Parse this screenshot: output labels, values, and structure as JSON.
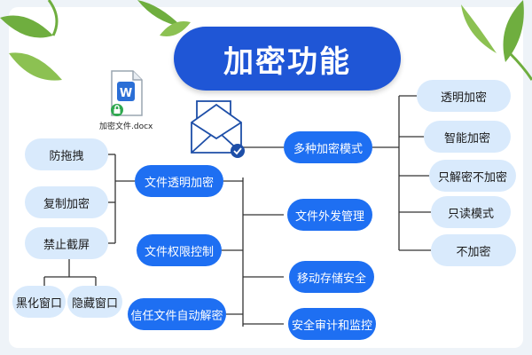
{
  "title": "加密功能",
  "file_icon": {
    "name": "word-document-icon",
    "label": "加密文件.docx"
  },
  "envelope_icon": {
    "name": "secure-envelope-icon"
  },
  "colors": {
    "primary": "#1f56d6",
    "node_blue": "#1e6ff2",
    "node_light": "#d9eafc",
    "line": "#333333"
  },
  "left_branches": [
    {
      "label": "文件透明加密",
      "children": [
        "防拖拽",
        "复制加密",
        "禁止截屏"
      ],
      "grandchildren": [
        "黑化窗口",
        "隐藏窗口"
      ]
    },
    {
      "label": "文件权限控制"
    },
    {
      "label": "信任文件自动解密"
    }
  ],
  "right_branches": [
    {
      "label": "多种加密模式",
      "children": [
        "透明加密",
        "智能加密",
        "只解密不加密",
        "只读模式",
        "不加密"
      ]
    },
    {
      "label": "文件外发管理"
    },
    {
      "label": "移动存储安全"
    },
    {
      "label": "安全审计和监控"
    }
  ]
}
